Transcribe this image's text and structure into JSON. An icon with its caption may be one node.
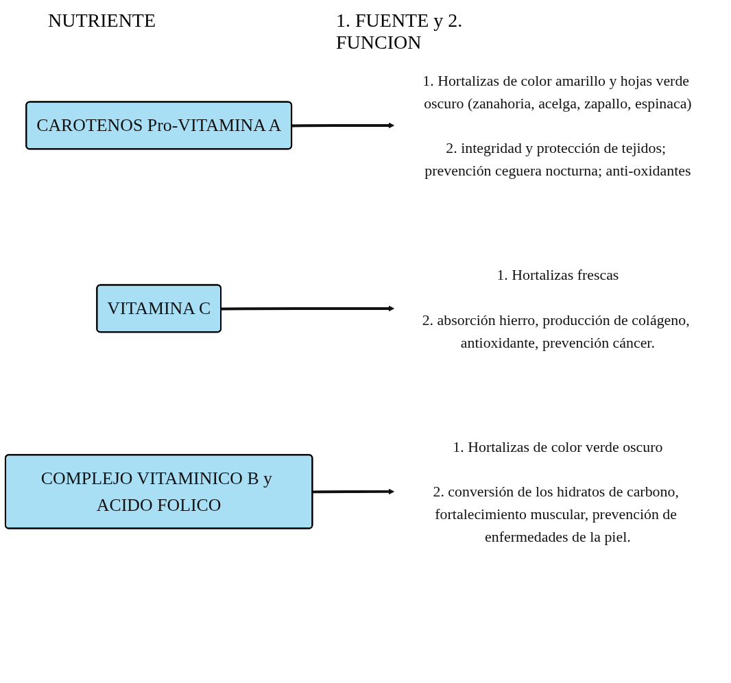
{
  "diagram": {
    "nodes": [
      {
        "text": [
          "CAROTENOS Pro-VITAMINA A"
        ]
      },
      {
        "text": [
          "1. Hortalizas de color amarillo y hojas verde oscuro (zanahoria, acelga, zapallo, espinaca)",
          "2. integridad y protección de tejidos; prevención ceguera nocturna; anti-oxidantes"
        ]
      },
      {
        "text": [
          "VITAMINA C"
        ]
      },
      {
        "text": [
          "1. Hortalizas frescas",
          "2. absorción hierro, producción de colágeno, antioxidante, prevención cáncer."
        ]
      },
      {
        "text": [
          "COMPLEJO VITAMINICO B y ACIDO FOLICO"
        ]
      },
      {
        "text": [
          "1. Hortalizas de color verde oscuro",
          "2. conversión de los hidratos de carbono, fortalecimiento muscular, prevención de enfermedades de la piel."
        ]
      }
    ],
    "edges": [
      {
        "from": 0,
        "to": 1,
        "arrow": "to"
      },
      {
        "from": 2,
        "to": 3,
        "arrow": "to"
      },
      {
        "from": 4,
        "to": 5,
        "arrow": "to"
      }
    ],
    "labels": [
      "NUTRIENTE",
      "1. FUENTE y 2. FUNCION"
    ]
  }
}
